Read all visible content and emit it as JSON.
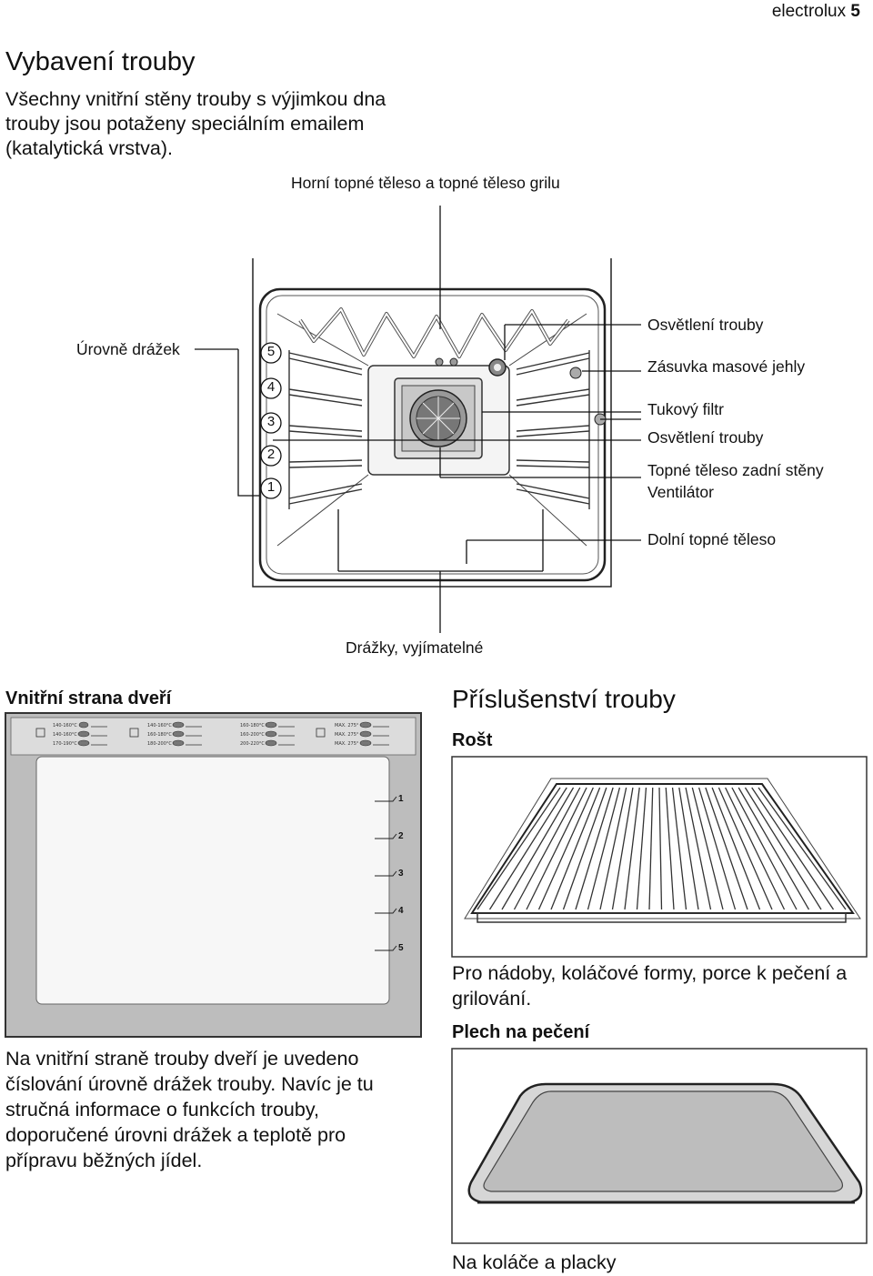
{
  "header": {
    "brand": "electrolux",
    "page_number": "5"
  },
  "section1": {
    "title": "Vybavení trouby",
    "intro": "Všechny vnitřní stěny trouby s výjimkou dna trouby jsou potaženy speciálním emailem (katalytická vrstva)."
  },
  "oven_diagram": {
    "top_label": "Horní topné těleso a topné těleso grilu",
    "shelf_levels_label": "Úrovně drážek",
    "shelf_numbers": [
      "5",
      "4",
      "3",
      "2",
      "1"
    ],
    "right_labels": [
      "Osvětlení trouby",
      "Zásuvka masové jehly",
      "Tukový filtr",
      "Osvětlení trouby",
      "Topné těleso zadní stěny",
      "Ventilátor",
      "Dolní topné těleso"
    ],
    "bottom_label": "Drážky, vyjímatelné"
  },
  "door_section": {
    "title": "Vnitřní strana dveří",
    "panel_numbers": [
      "1",
      "2",
      "3",
      "4",
      "5"
    ],
    "description": "Na vnitřní straně trouby dveří je uvedeno číslování úrovně drážek trouby. Navíc je tu stručná informace o funkcích trouby, doporučené úrovni drážek a teplotě pro přípravu běžných jídel."
  },
  "accessories": {
    "title": "Příslušenství trouby",
    "rack": {
      "title": "Rošt",
      "description": "Pro nádoby, koláčové formy, porce k pečení a grilování."
    },
    "tray": {
      "title": "Plech na pečení",
      "description": "Na koláče a placky"
    }
  }
}
